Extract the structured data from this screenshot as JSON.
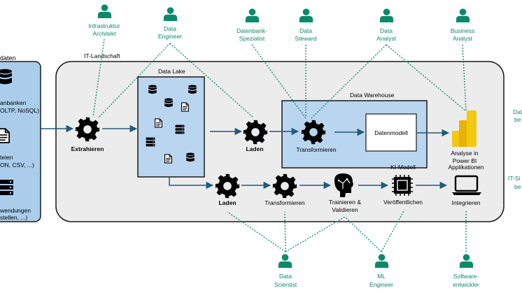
{
  "colors": {
    "role": "#0b8a6a",
    "arrow": "#1f5c7a",
    "source_box": "#a9cdeb",
    "landscape": "#ececec",
    "lake": "#b9d5ef",
    "powerbi": "#f2c811"
  },
  "icons": {
    "role": "person-icon",
    "process": "gear-icon",
    "database": "database-icon",
    "file": "file-icon",
    "server": "server-icon",
    "brain": "brain-icon",
    "chip": "chip-icon",
    "laptop": "laptop-icon",
    "bi": "power-bi-icon"
  },
  "roles": {
    "infra_architekt": [
      "Infrastruktur",
      "Architekt"
    ],
    "data_engineer": [
      "Data",
      "Engineer"
    ],
    "datenbank_spezialist": [
      "Datenbank-",
      "Spezialist"
    ],
    "data_steward": [
      "Data",
      "Steward"
    ],
    "data_analyst": [
      "Data",
      "Analyst"
    ],
    "business_analyst": [
      "Business",
      "Analyst"
    ],
    "data_scientist": [
      "Data",
      "Scientist"
    ],
    "ml_engineer": [
      "ML",
      "Engineer"
    ],
    "software_entwickler": [
      "Software-",
      "entwickler"
    ]
  },
  "sources": {
    "title": "daten",
    "db": [
      "anbanken",
      "OLTP, NoSQL)"
    ],
    "files": [
      "teien",
      "ON, CSV, ...)"
    ],
    "apps": [
      "wendungen",
      "stellen, ...)"
    ]
  },
  "landscape_label": "IT-Landschaft",
  "lake_label": "Data Lake",
  "warehouse_label": "Data Warehouse",
  "steps": {
    "extrahieren": "Extrahieren",
    "laden_top": "Laden",
    "transformieren_top": "Transformieren",
    "datenmodell": "Datenmodell",
    "analyse": [
      "Analyse in",
      "Power BI"
    ],
    "laden_bottom": "Laden",
    "transformieren_bottom": "Transformieren",
    "trainieren": [
      "Trainieren &",
      "Validieren"
    ],
    "ki_modell": "KI-Modell",
    "veroeffentlichen": "Veröffentlichen",
    "applikationen": "Applikationen",
    "integrieren": "Integrieren"
  },
  "right_edge": {
    "top": [
      "Dat",
      "be"
    ],
    "bottom": [
      "IT-Si",
      "be"
    ]
  }
}
